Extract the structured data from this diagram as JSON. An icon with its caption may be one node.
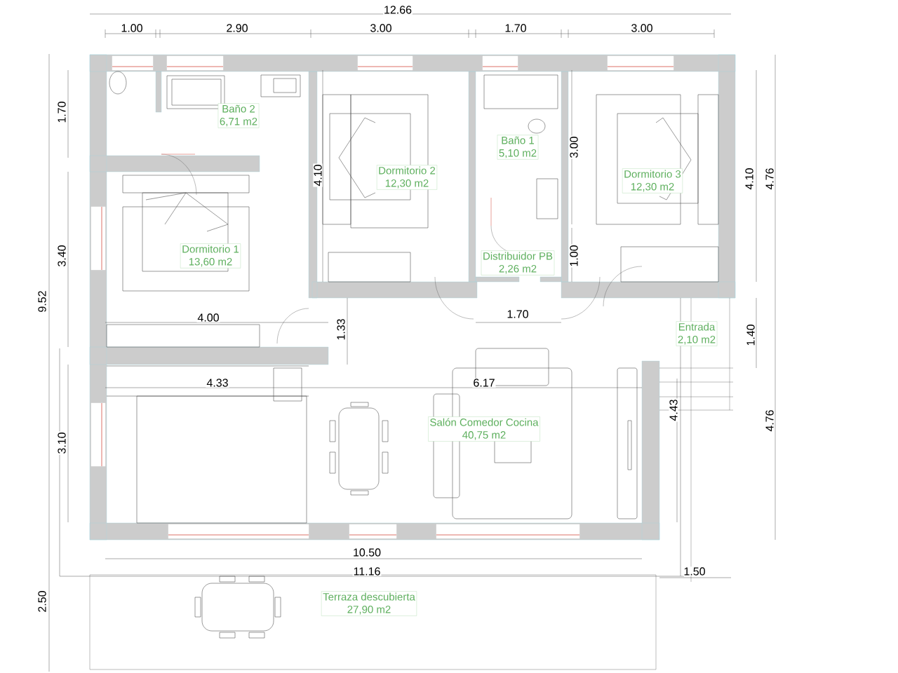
{
  "diagram": {
    "nodes": [
      {
        "text": [
          "Baño 2",
          "6,71 m2"
        ]
      },
      {
        "text": [
          "Baño 1",
          "5,10 m2"
        ]
      },
      {
        "text": [
          "Dormitorio 2",
          "12,30 m2"
        ]
      },
      {
        "text": [
          "Dormitorio 3",
          "12,30 m2"
        ]
      },
      {
        "text": [
          "Dormitorio 1",
          "13,60 m2"
        ]
      },
      {
        "text": [
          "Distribuidor PB",
          "2,26 m2"
        ]
      },
      {
        "text": [
          "Entrada",
          "2,10 m2"
        ]
      },
      {
        "text": [
          "Salón Comedor Cocina",
          "40,75 m2"
        ]
      },
      {
        "text": [
          "Terraza descubierta",
          "27,90 m2"
        ]
      }
    ],
    "labels": [
      "12.66",
      "1.00",
      "2.90",
      "3.00",
      "1.70",
      "3.00",
      "1.70",
      "3.00",
      "4.10",
      "4.10",
      "4.76",
      "3.40",
      "1.00",
      "9.52",
      "1.70",
      "4.00",
      "1.33",
      "1.40",
      "4.33",
      "6.17",
      "4.43",
      "4.76",
      "3.10",
      "10.50",
      "11.16",
      "1.50",
      "2.50"
    ]
  }
}
